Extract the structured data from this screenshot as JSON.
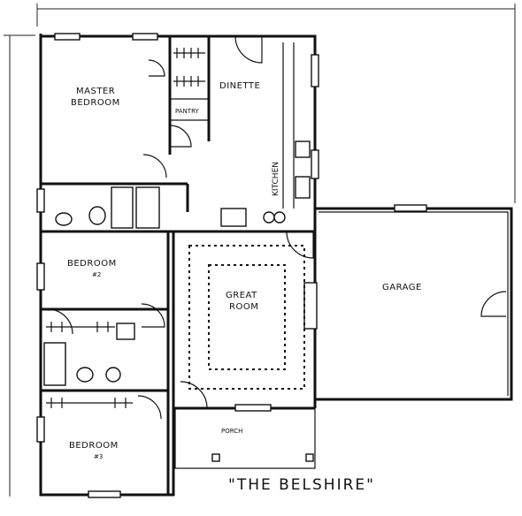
{
  "title": "\"THE BELSHIRE\"",
  "rooms": {
    "master_bedroom_line1": "MASTER",
    "master_bedroom_line2": "BEDROOM",
    "dinette": "DINETTE",
    "pantry": "PANTRY",
    "kitchen": "KITCHEN",
    "bedroom2_label": "BEDROOM",
    "bedroom2_number": "#2",
    "bedroom3_label": "BEDROOM",
    "bedroom3_number": "#3",
    "great_room_line1": "GREAT",
    "great_room_line2": "ROOM",
    "garage": "GARAGE",
    "porch": "PORCH"
  }
}
